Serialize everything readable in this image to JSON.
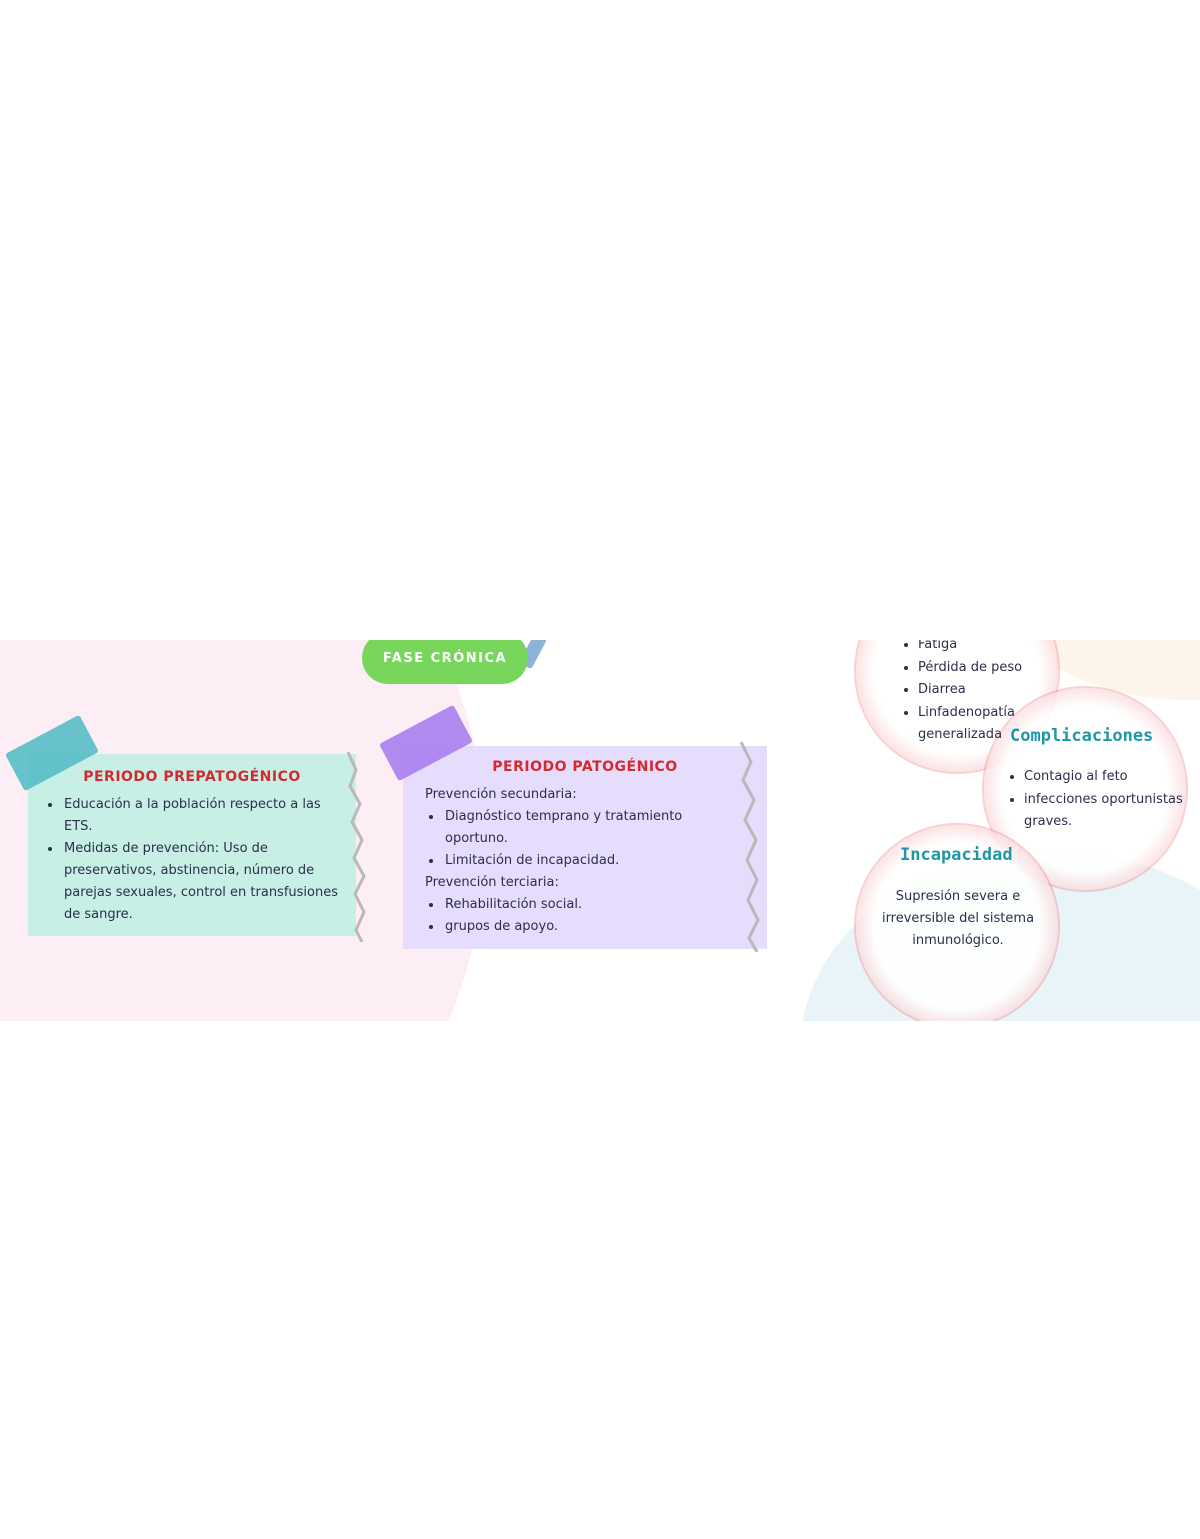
{
  "fase_cronica": "FASE CRÓNICA",
  "prepatogenico": {
    "title": "PERIODO PREPATOGÉNICO",
    "items": [
      "Educación a la población respecto a las ETS.",
      "Medidas de prevención: Uso de preservativos, abstinencia, número de parejas sexuales, control en transfusiones de sangre."
    ]
  },
  "patogenico": {
    "title": "PERIODO PATOGÉNICO",
    "secundaria_label": "Prevención secundaria:",
    "secundaria_items": [
      "Diagnóstico temprano y tratamiento oportuno.",
      "Limitación de incapacidad."
    ],
    "terciaria_label": "Prevención terciaria:",
    "terciaria_items": [
      "Rehabilitación social.",
      "grupos de apoyo."
    ]
  },
  "sintomas": {
    "items": [
      "Fatiga",
      "Pérdida de peso",
      "Diarrea",
      "Linfadenopatía generalizada"
    ]
  },
  "complicaciones": {
    "title": "Complicaciones",
    "items": [
      "Contagio al feto",
      "infecciones oportunistas graves."
    ]
  },
  "incapacidad": {
    "title": "Incapacidad",
    "text": "Supresión severa e irreversible del sistema inmunológico."
  },
  "colors": {
    "heading_red": "#d22a2f",
    "bubble_title_teal": "#1f97a8",
    "pill_green": "#79d65c",
    "note_teal": "#c8efe6",
    "note_purple": "#e6dcfb"
  }
}
